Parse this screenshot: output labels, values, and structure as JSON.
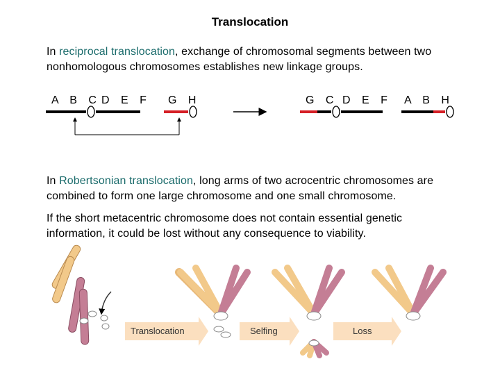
{
  "title": "Translocation",
  "para1": {
    "before": "In ",
    "highlight": "reciprocal translocation",
    "after": ", exchange of chromosomal segments between two nonhomologous chromosomes establishes new linkage groups."
  },
  "reciprocal_diagram": {
    "before_labels": [
      "A B C",
      "D E F",
      "G H"
    ],
    "after_labels": [
      "G C",
      "D E F",
      "A B H"
    ],
    "colors": {
      "normal": "#000000",
      "translocated": "#d51f26"
    }
  },
  "para2": {
    "before": "In ",
    "highlight": "Robertsonian translocation",
    "after": ", long arms of two acrocentric chromosomes are combined to form one large chromosome and one small chromosome."
  },
  "para3": {
    "text": "If the short metacentric chromosome does not contain essential genetic information, it could be lost without any consequence to viability."
  },
  "robertsonian_diagram": {
    "captions": [
      "Translocation",
      "Selfing",
      "Loss"
    ],
    "colors": {
      "arm_yellow": "#f2c98a",
      "arm_pink": "#c47e95",
      "arrow": "#f7c58a",
      "highlight": "#1a6b6b"
    }
  }
}
